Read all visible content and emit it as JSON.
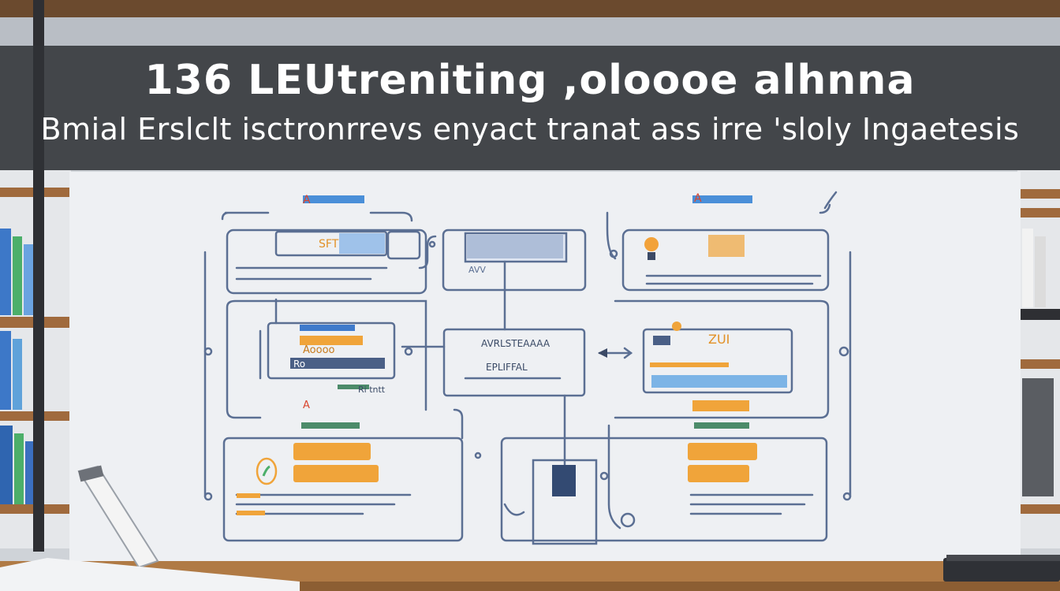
{
  "banner": {
    "headline": "136 LEUtreniting ,oloooe alhnna",
    "subline": "Bmial Erslclt  isctronrrevs enyact tranat  ass irre 'sloly Ingaetesis"
  },
  "diagram": {
    "labels": {
      "top_left_header": "A",
      "top_left_tag": "SFT",
      "top_center_caption": "AVV",
      "top_right_header": "A",
      "center_box_title": "AVRLSTEAAAA",
      "center_box_subtitle": "EPLIFFAL",
      "mid_right_tag": "ZUI",
      "left_tile_a": "Aoooo",
      "left_tile_b": "Ro",
      "left_small_a": "Ri tntt",
      "left_mid_header": "A"
    },
    "icon_names": [
      "lightbulb-icon",
      "leaf-icon",
      "arrow-right-icon",
      "gear-icon",
      "pen-icon",
      "notebook-icon"
    ]
  },
  "colors": {
    "banner_bg": "#303236",
    "banner_text": "#ffffff",
    "board_bg": "#eef0f3",
    "line_blue": "#5b6f93",
    "accent_orange": "#f0a43a",
    "accent_blue": "#4a7bd0",
    "desk": "#b07a45",
    "shelf": "#8a5a33"
  }
}
